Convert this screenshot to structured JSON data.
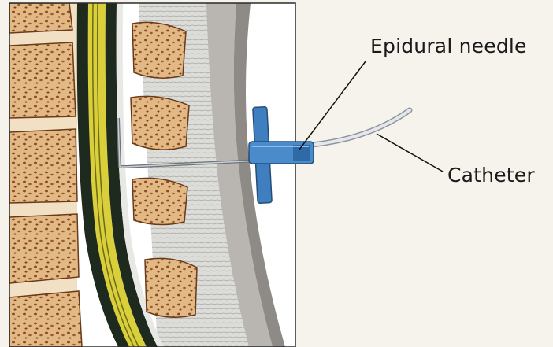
{
  "labels": {
    "needle": "Epidural needle",
    "catheter": "Catheter"
  },
  "colors": {
    "background": "#f6f3ec",
    "bone": "#e2b985",
    "bone_pores": "#8a4a22",
    "disc": "#f1e0c4",
    "spinal_cord_yellow": "#d9cf3a",
    "dura_dark": "#1e2a1e",
    "ligament": "#dcdcd8",
    "skin": "#8e8a86",
    "needle_hub": "#3f7fc0",
    "needle_shaft": "#9aa0a6",
    "catheter": "#d8dde2"
  },
  "icons": [
    "epidural-needle",
    "catheter",
    "vertebra",
    "spinal-cord"
  ]
}
